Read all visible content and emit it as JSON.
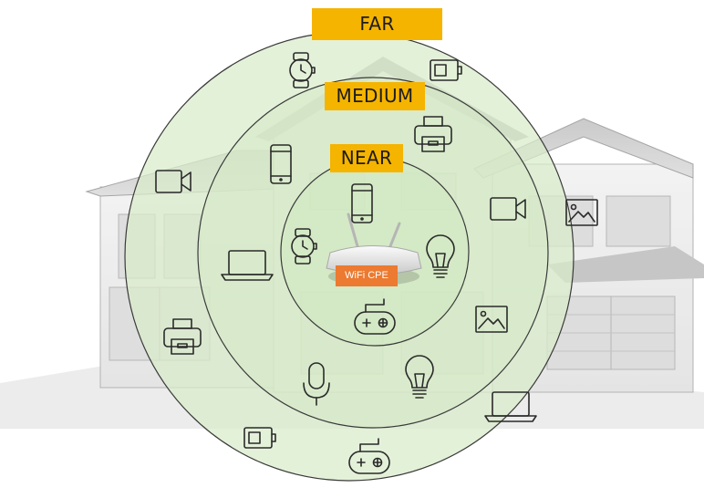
{
  "colors": {
    "zone_fill": "#d9ecca",
    "zone_stroke": "#3a3a3a",
    "label_background": "#f5b400",
    "cpe_label_background": "#ec7a30",
    "icon_stroke": "#2a2a2a",
    "house_tint": "#c9c9c9"
  },
  "zones": {
    "far": "FAR",
    "medium": "MEDIUM",
    "near": "NEAR"
  },
  "cpe": {
    "label": "WiFi CPE"
  },
  "devices": {
    "far": [
      "smartwatch",
      "battery",
      "video-camera",
      "image",
      "printer",
      "laptop",
      "battery",
      "gamepad"
    ],
    "medium": [
      "printer",
      "smartphone",
      "video-camera",
      "laptop",
      "image",
      "microphone",
      "lightbulb"
    ],
    "near": [
      "smartphone",
      "smartwatch",
      "lightbulb",
      "gamepad"
    ]
  }
}
